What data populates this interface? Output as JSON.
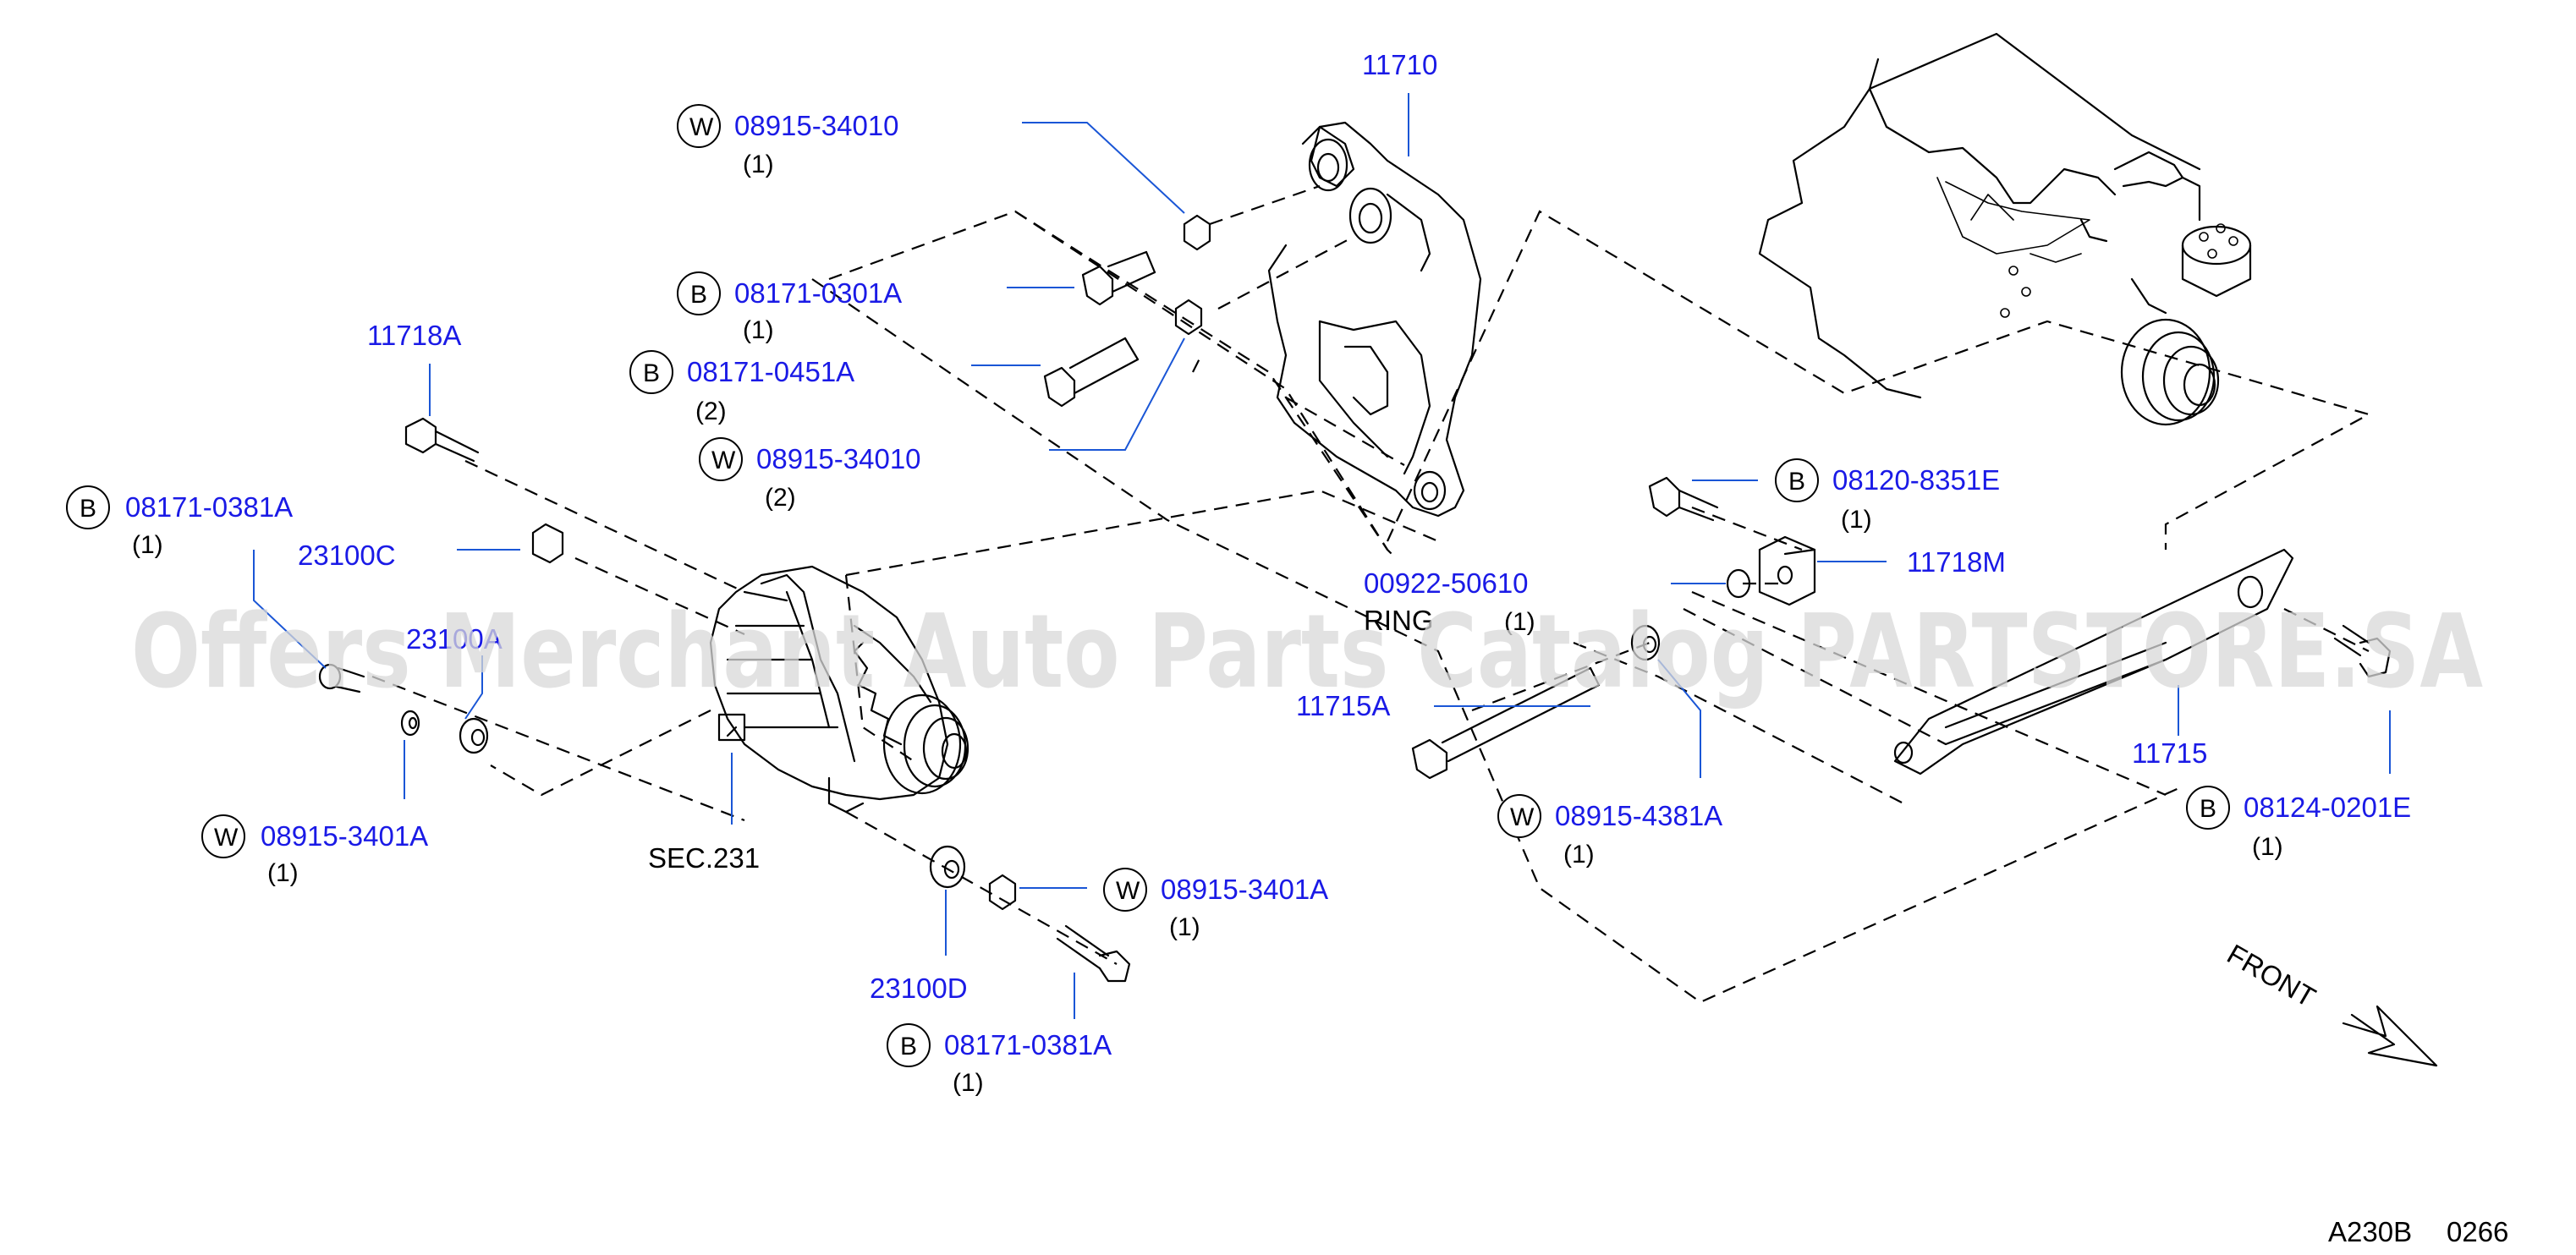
{
  "callouts": [
    {
      "id": "c1",
      "prefix": "W",
      "part": "08915-34010",
      "qty": "(1)"
    },
    {
      "id": "c2",
      "prefix": "",
      "part": "11710",
      "qty": ""
    },
    {
      "id": "c3",
      "prefix": "B",
      "part": "08171-0301A",
      "qty": "(1)"
    },
    {
      "id": "c4",
      "prefix": "B",
      "part": "08171-0451A",
      "qty": "(2)"
    },
    {
      "id": "c5",
      "prefix": "W",
      "part": "08915-34010",
      "qty": "(2)"
    },
    {
      "id": "c6",
      "prefix": "",
      "part": "11718A",
      "qty": ""
    },
    {
      "id": "c7",
      "prefix": "B",
      "part": "08171-0381A",
      "qty": "(1)"
    },
    {
      "id": "c8",
      "prefix": "",
      "part": "23100C",
      "qty": ""
    },
    {
      "id": "c9",
      "prefix": "",
      "part": "23100A",
      "qty": ""
    },
    {
      "id": "c10",
      "prefix": "W",
      "part": "08915-3401A",
      "qty": "(1)"
    },
    {
      "id": "c11",
      "prefix": "W",
      "part": "08915-3401A",
      "qty": "(1)"
    },
    {
      "id": "c12",
      "prefix": "",
      "part": "23100D",
      "qty": ""
    },
    {
      "id": "c13",
      "prefix": "B",
      "part": "08171-0381A",
      "qty": "(1)"
    },
    {
      "id": "c14",
      "prefix": "B",
      "part": "08120-8351E",
      "qty": "(1)"
    },
    {
      "id": "c15",
      "prefix": "",
      "part": "11718M",
      "qty": ""
    },
    {
      "id": "c16",
      "prefix": "",
      "part": "00922-50610",
      "qty": "(1)"
    },
    {
      "id": "c17",
      "prefix": "",
      "part": "11715A",
      "qty": ""
    },
    {
      "id": "c18",
      "prefix": "W",
      "part": "08915-4381A",
      "qty": "(1)"
    },
    {
      "id": "c19",
      "prefix": "",
      "part": "11715",
      "qty": ""
    },
    {
      "id": "c20",
      "prefix": "B",
      "part": "08124-0201E",
      "qty": "(1)"
    }
  ],
  "labels": {
    "sec": "SEC.231",
    "ring": "RING",
    "front": "FRONT",
    "diagram_code": "A230B",
    "diagram_num": "0266"
  },
  "watermark": "Offers Merchant Auto Parts Catalog PARTSTORE.SA",
  "colors": {
    "part_number": "#1a1ae6",
    "leader_line": "#1a56d6",
    "drawing": "#000000",
    "watermark": "#d8d8d8"
  }
}
